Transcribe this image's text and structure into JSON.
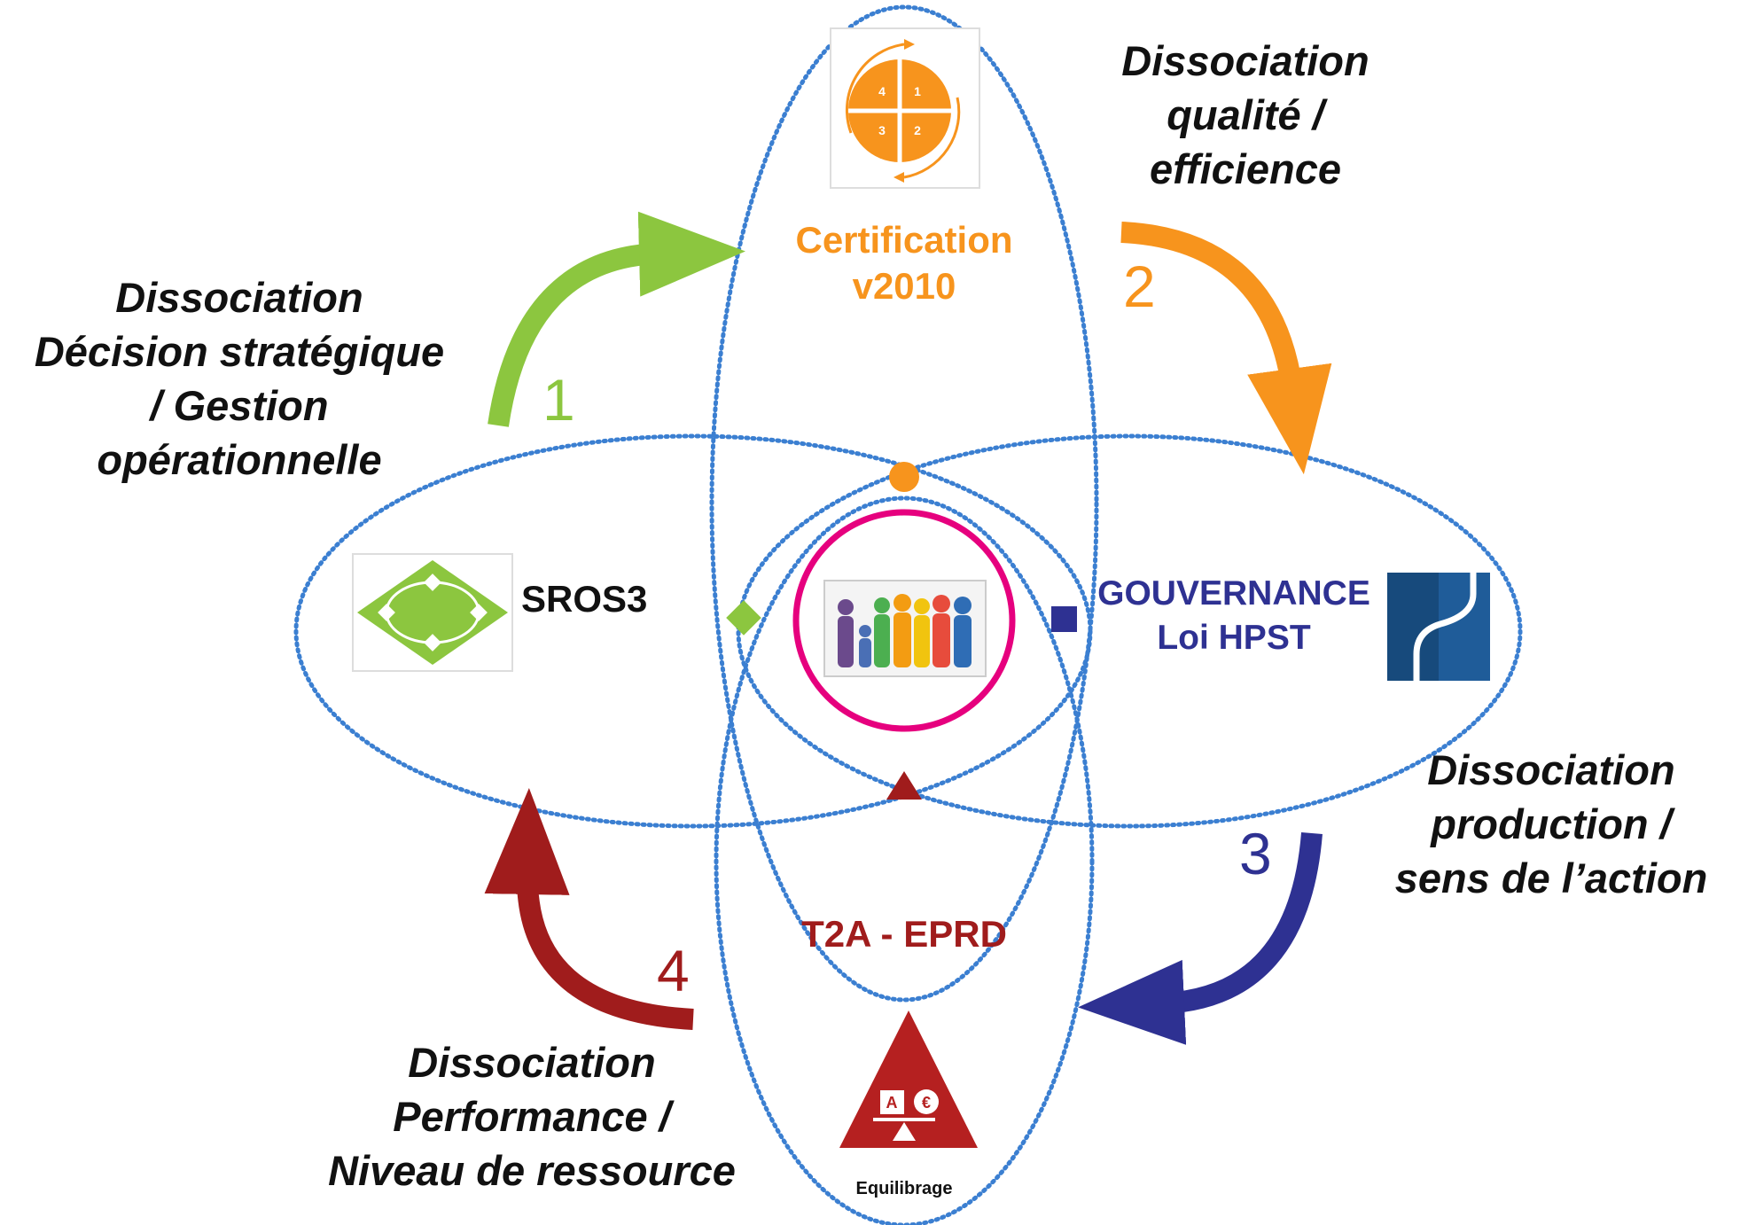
{
  "colors": {
    "green": "#8cc63f",
    "orange": "#f7941d",
    "navy": "#2e3192",
    "darkred": "#a01c1c",
    "dotted_blue": "#3b7fd1",
    "pink": "#e6007e"
  },
  "pillars": {
    "top": {
      "title": [
        "Certification",
        "v2010"
      ],
      "icon": "pdca-cycle-icon",
      "icon_digits": [
        "4",
        "1",
        "3",
        "2"
      ]
    },
    "left": {
      "title": [
        "SROS3"
      ],
      "icon": "network-diamond-icon"
    },
    "right": {
      "title": [
        "GOUVERNANCE",
        "Loi HPST"
      ],
      "icon": "curve-logo-icon"
    },
    "bottom": {
      "title": [
        "T2A - EPRD"
      ],
      "icon": "balance-triangle-icon",
      "icon_caption": "Equilibrage",
      "icon_letters": [
        "A",
        "€"
      ]
    }
  },
  "center": {
    "icon": "people-group-icon"
  },
  "markers": [
    "circle-marker",
    "diamond-marker",
    "square-marker",
    "triangle-marker"
  ],
  "steps": [
    {
      "number": "1",
      "label": [
        "Dissociation",
        "Décision stratégique",
        "/ Gestion",
        "opérationnelle"
      ]
    },
    {
      "number": "2",
      "label": [
        "Dissociation",
        "qualité /",
        "efficience"
      ]
    },
    {
      "number": "3",
      "label": [
        "Dissociation",
        "production /",
        "sens de l’action"
      ]
    },
    {
      "number": "4",
      "label": [
        "Dissociation",
        "Performance /",
        "Niveau de ressource"
      ]
    }
  ]
}
